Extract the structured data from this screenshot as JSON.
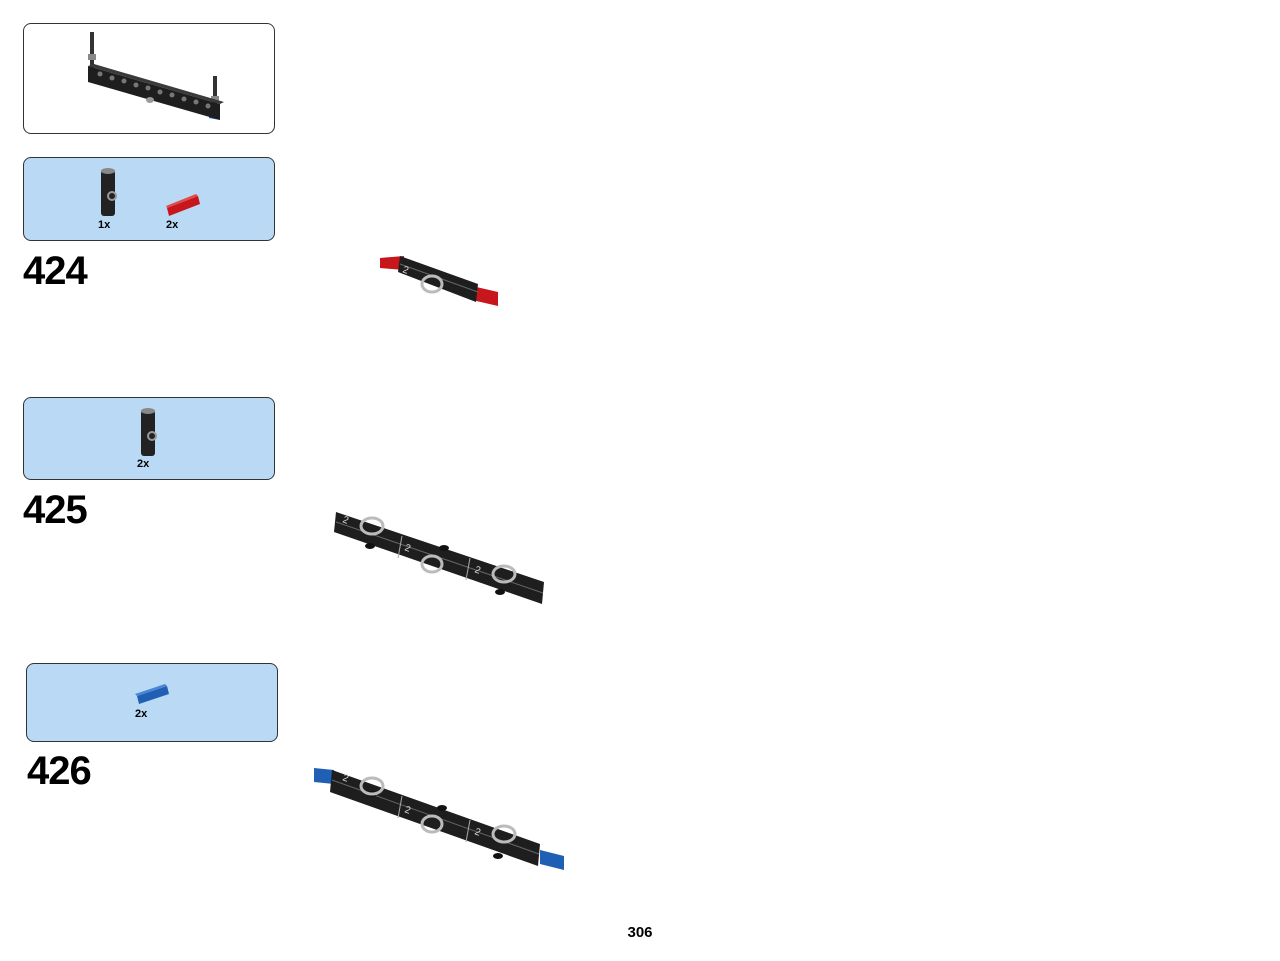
{
  "steps": [
    {
      "number": "424",
      "parts": [
        {
          "qty": "1x",
          "part": "connector-icon"
        },
        {
          "qty": "2x",
          "part": "red-axle-icon"
        }
      ]
    },
    {
      "number": "425",
      "parts": [
        {
          "qty": "2x",
          "part": "connector-icon"
        }
      ]
    },
    {
      "number": "426",
      "parts": [
        {
          "qty": "2x",
          "part": "blue-pin-icon"
        }
      ]
    }
  ],
  "page_number": "306",
  "colors": {
    "callout_blue": "#bad9f5",
    "part_black": "#222222",
    "part_red": "#c8161d",
    "part_blue": "#1f5fb4"
  }
}
